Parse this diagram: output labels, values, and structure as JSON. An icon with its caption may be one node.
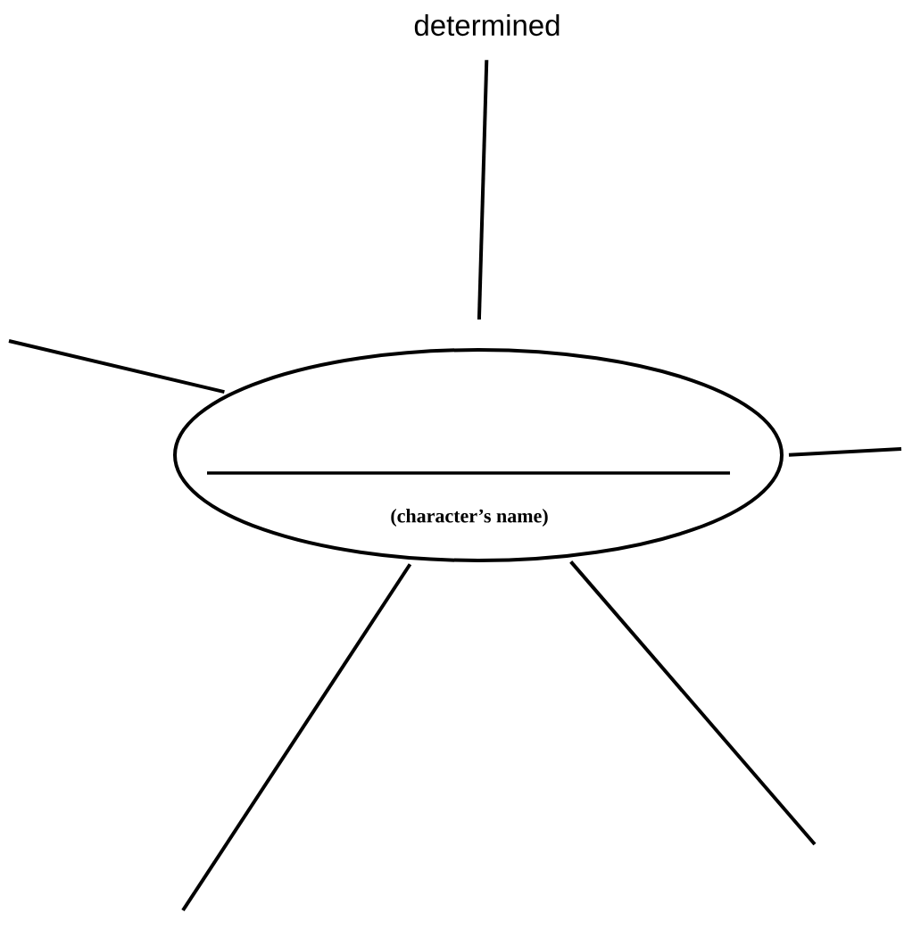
{
  "diagram": {
    "nodes": [
      {
        "text": [
          "(character’s name)"
        ]
      },
      {
        "text": [
          "determined"
        ]
      }
    ],
    "edges": [
      {
        "from": 0,
        "to": 1,
        "arrow": "none"
      },
      {
        "from": 0,
        "to": null,
        "arrow": "none"
      },
      {
        "from": 0,
        "to": null,
        "arrow": "none"
      },
      {
        "from": 0,
        "to": null,
        "arrow": "none"
      },
      {
        "from": 0,
        "to": null,
        "arrow": "none"
      }
    ]
  }
}
